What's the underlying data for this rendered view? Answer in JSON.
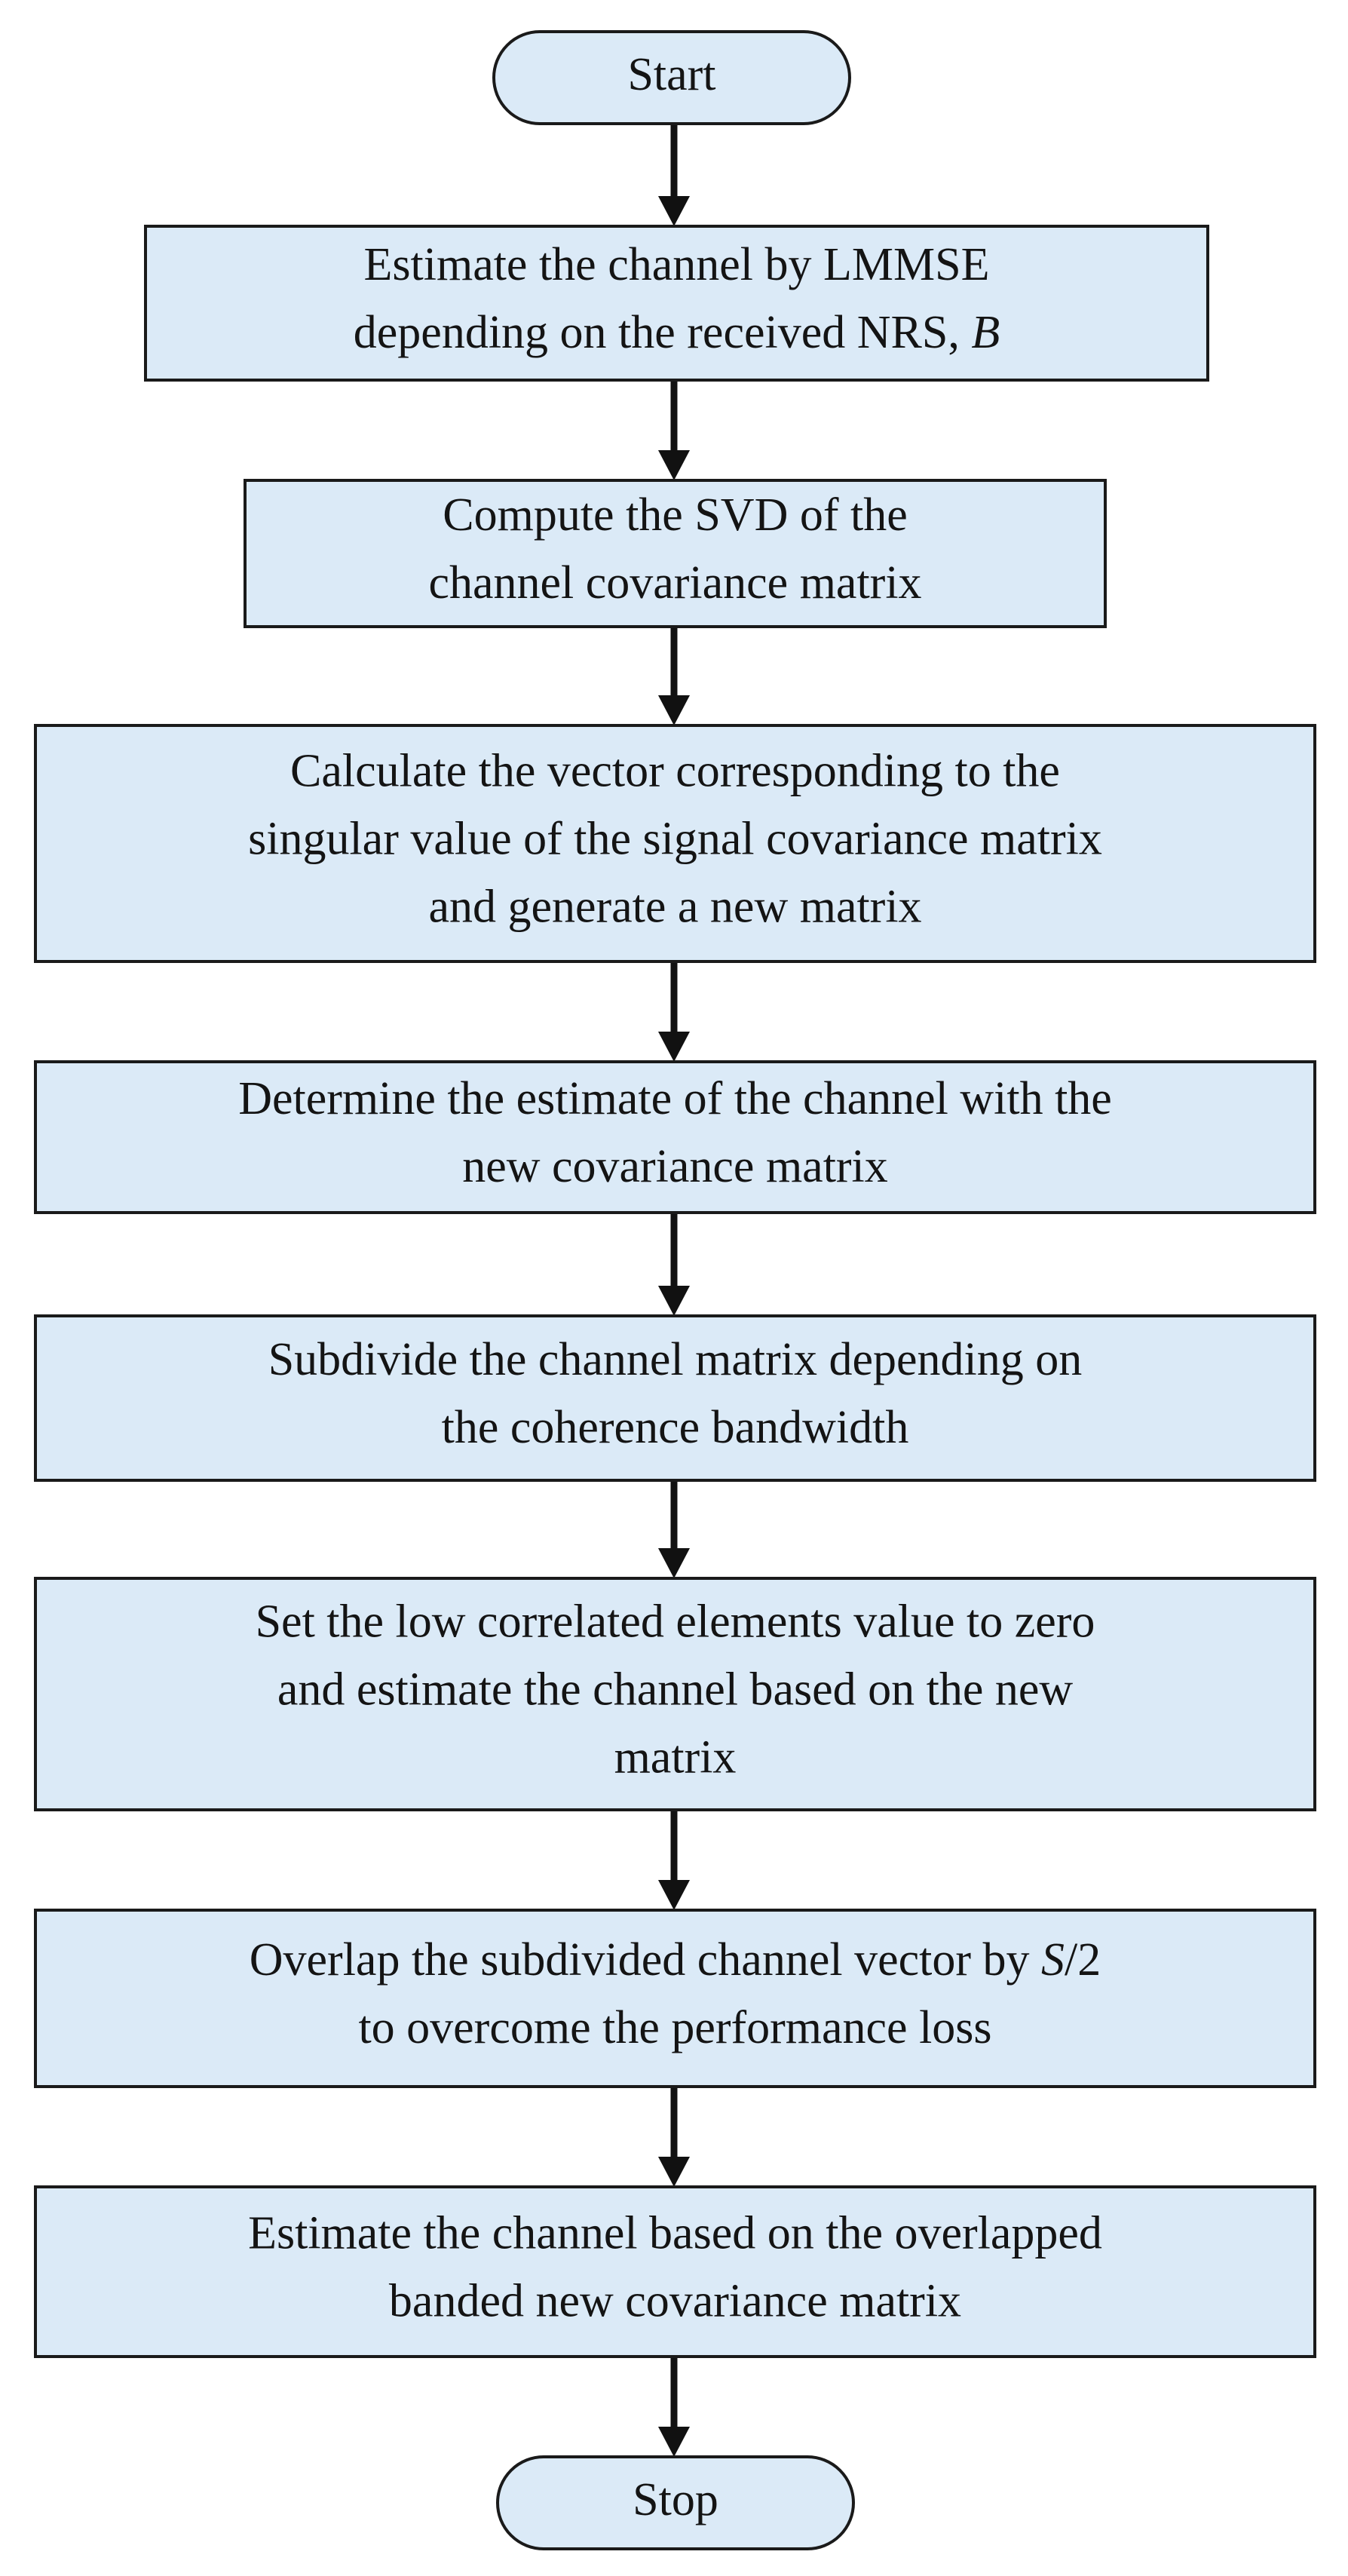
{
  "flowchart": {
    "start": {
      "label": "Start"
    },
    "steps": [
      {
        "id": "lmmse",
        "lines": [
          [
            {
              "t": "Estimate the channel by LMMSE"
            }
          ],
          [
            {
              "t": "depending on the received NRS, "
            },
            {
              "t": "B",
              "i": true
            }
          ]
        ]
      },
      {
        "id": "svd",
        "lines": [
          [
            {
              "t": "Compute the SVD of the"
            }
          ],
          [
            {
              "t": "channel covariance matrix"
            }
          ]
        ]
      },
      {
        "id": "vector",
        "lines": [
          [
            {
              "t": "Calculate the vector corresponding to the"
            }
          ],
          [
            {
              "t": "singular value of the signal covariance matrix"
            }
          ],
          [
            {
              "t": "and generate a new matrix"
            }
          ]
        ]
      },
      {
        "id": "determine",
        "lines": [
          [
            {
              "t": "Determine the estimate of the channel with the"
            }
          ],
          [
            {
              "t": "new covariance matrix"
            }
          ]
        ]
      },
      {
        "id": "subdivide",
        "lines": [
          [
            {
              "t": "Subdivide the channel matrix depending on"
            }
          ],
          [
            {
              "t": "the coherence bandwidth"
            }
          ]
        ]
      },
      {
        "id": "zero",
        "lines": [
          [
            {
              "t": "Set the low correlated elements value to zero"
            }
          ],
          [
            {
              "t": "and estimate the channel based on the new"
            }
          ],
          [
            {
              "t": "matrix"
            }
          ]
        ]
      },
      {
        "id": "overlap",
        "lines": [
          [
            {
              "t": "Overlap the subdivided channel vector  by "
            },
            {
              "t": "S",
              "i": true
            },
            {
              "t": "/2"
            }
          ],
          [
            {
              "t": "to overcome the performance loss"
            }
          ]
        ]
      },
      {
        "id": "banded",
        "lines": [
          [
            {
              "t": "Estimate the channel based on the overlapped"
            }
          ],
          [
            {
              "t": "banded new covariance matrix"
            }
          ]
        ]
      }
    ],
    "stop": {
      "label": "Stop"
    }
  }
}
